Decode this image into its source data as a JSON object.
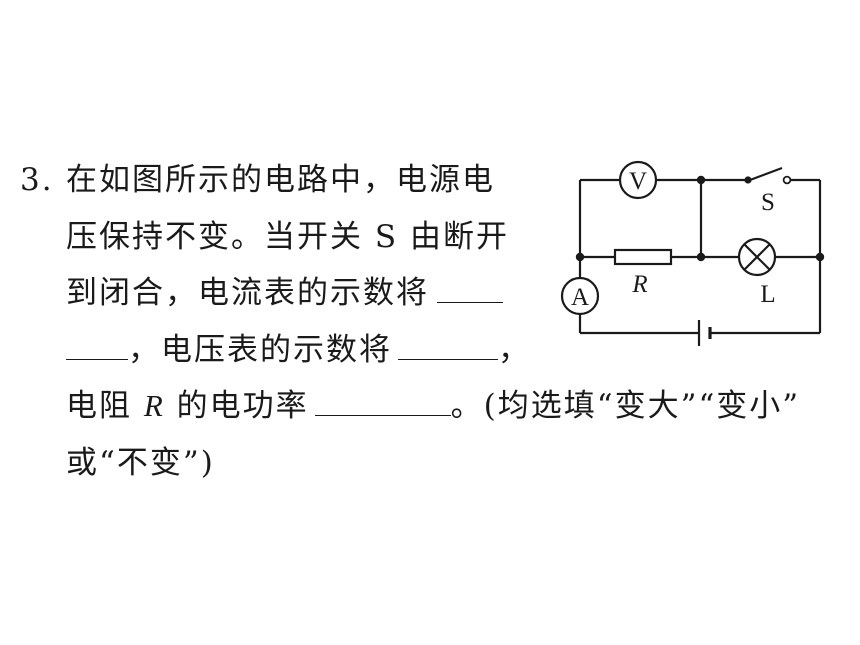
{
  "question": {
    "number": "3.",
    "line1": "在如图所示的电路中，电源电",
    "line2": "压保持不变。当开关 S 由断开",
    "line3": "到闭合，电流表的示数将",
    "line4": "，电压表的示数将",
    "line4_end": "，",
    "line5a": "电阻",
    "line5_var": "R",
    "line5b": "的电功率",
    "line5c": "。(均选填“变大”“变小”",
    "line6": "或“不变”)"
  },
  "circuit": {
    "voltmeter_label": "V",
    "ammeter_label": "A",
    "resistor_label": "R",
    "switch_label": "S",
    "lamp_label": "L"
  }
}
